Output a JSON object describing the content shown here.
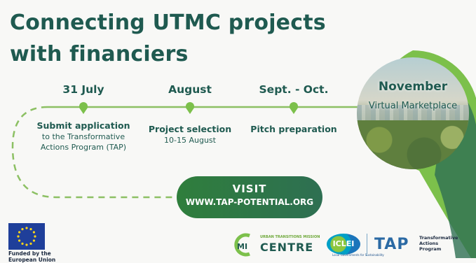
{
  "title": {
    "line1": "Connecting UTMC projects",
    "line2": "with financiers"
  },
  "timeline": {
    "milestones": [
      {
        "date": "31 July",
        "main": "Submit application",
        "sub1": "to the Transformative",
        "sub2": "Actions Program (TAP)"
      },
      {
        "date": "August",
        "main": "Project selection",
        "sub1": "10-15 August",
        "sub2": ""
      },
      {
        "date": "Sept. - Oct.",
        "main": "Pitch preparation",
        "sub1": "",
        "sub2": ""
      }
    ],
    "final": {
      "month": "November",
      "event": "Virtual Marketplace"
    }
  },
  "cta": {
    "line1": "VISIT",
    "line2": "WWW.TAP-POTENTIAL.ORG"
  },
  "footer": {
    "eu_text_line1": "Funded by the",
    "eu_text_line2": "European Union",
    "mic_sub": "URBAN TRANSITIONS MISSION",
    "mic_name": "CENTRE",
    "iclei_name": "ICLEI",
    "iclei_sub": "Local Governments for Sustainability",
    "tap_name": "TAP",
    "tap_sub1": "Transformative",
    "tap_sub2": "Actions",
    "tap_sub3": "Program"
  },
  "colors": {
    "primary_dark_green": "#1f5a50",
    "accent_green": "#7cc04b",
    "button_green": "#2f7e3c",
    "eu_blue": "#1f3f9a",
    "tap_blue": "#2b6aa4"
  },
  "icons": [
    "eu-flag-icon",
    "mic-centre-logo-icon",
    "iclei-logo-icon",
    "location-pin-icon"
  ]
}
